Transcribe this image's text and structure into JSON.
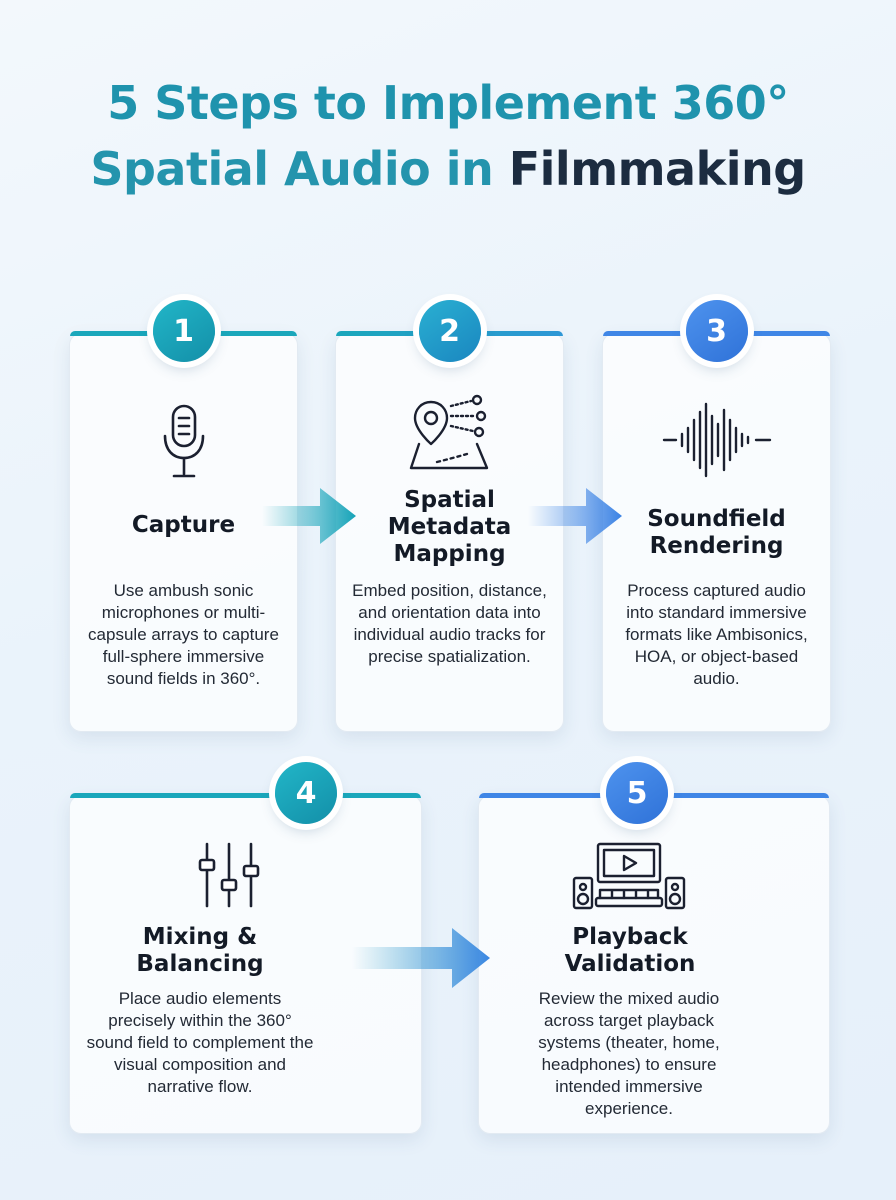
{
  "title": {
    "line1": "5 Steps to Implement 360°",
    "line2a": "Spatial Audio in ",
    "line2b": "Filmmaking"
  },
  "colors": {
    "teal": "#1aa7bb",
    "blue": "#3f86e6",
    "mid": "#2e97d6"
  },
  "steps": [
    {
      "number": "1",
      "icon": "microphone-icon",
      "title": "Capture",
      "description": "Use ambush sonic microphones or multi-capsule arrays to capture full-sphere immersive sound fields in 360°."
    },
    {
      "number": "2",
      "icon": "location-mapping-icon",
      "title": "Spatial Metadata Mapping",
      "description": "Embed position, distance, and orientation data into individual audio tracks for precise spatialization."
    },
    {
      "number": "3",
      "icon": "soundwave-icon",
      "title": "Soundfield Rendering",
      "description": "Process captured audio into standard immersive formats like Ambisonics, HOA, or object-based audio."
    },
    {
      "number": "4",
      "icon": "mixer-sliders-icon",
      "title": "Mixing & Balancing",
      "description": "Place audio elements precisely within the 360° sound field to complement the visual composition and narrative flow."
    },
    {
      "number": "5",
      "icon": "theater-playback-icon",
      "title": "Playback Validation",
      "description": "Review the mixed audio across target playback systems (theater, home, headphones) to ensure intended immersive experience."
    }
  ]
}
